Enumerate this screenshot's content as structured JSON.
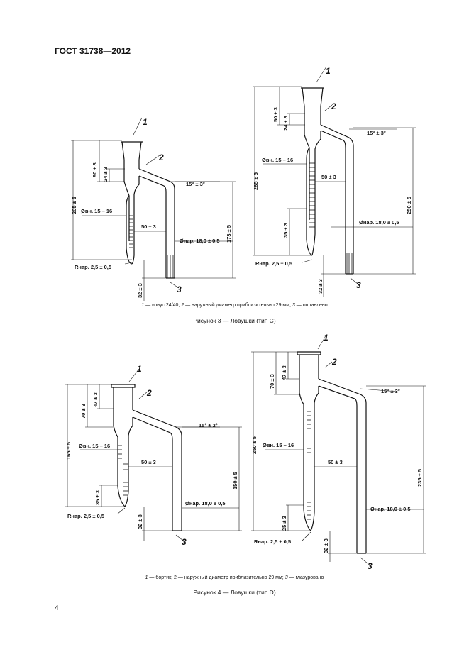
{
  "header": {
    "doc_code": "ГОСТ 31738—2012"
  },
  "page_number": "4",
  "figure3": {
    "legend": {
      "n1": "1",
      "t1": " — конус 24/40; ",
      "n2": "2",
      "t2": " — наружный диаметр приблизительно 29 мм; ",
      "n3": "3",
      "t3": " — оплавлено"
    },
    "caption": "Рисунок 3 — Ловушки (тип С)",
    "left": {
      "calls": [
        "1",
        "2",
        "3"
      ],
      "dims": {
        "total": "205 ± 5",
        "top": "90 ± 3",
        "neck": "24 ± 3",
        "inner": "Øвн. 15 – 16",
        "spacing": "50 ± 3",
        "angle": "15° ± 3°",
        "right": "173 ± 5",
        "outer": "Øнар. 18,0 ± 0,5",
        "radius": "Rнар. 2,5 ± 0,5",
        "bottom": "32 ± 3"
      }
    },
    "right": {
      "calls": [
        "1",
        "2",
        "3"
      ],
      "dims": {
        "total": "285 ± 5",
        "top": "50 ± 3",
        "neck": "24 ± 3",
        "inner": "Øвн. 15 – 16",
        "spacing": "50 ± 3",
        "angle": "15° ± 3°",
        "right": "250 ± 5",
        "lower": "35 ± 3",
        "outer": "Øнар. 18,0 ± 0,5",
        "radius": "Rнар. 2,5 ± 0,5",
        "bottom": "32 ± 3"
      }
    }
  },
  "figure4": {
    "legend": {
      "n1": "1",
      "t1": " — бортик; 2 — наружный диаметр приблизительно 29 мм; ",
      "n3": "3",
      "t3": " — глазуровано"
    },
    "caption": "Рисунок 4 — Ловушки (тип D)",
    "left": {
      "calls": [
        "1",
        "2",
        "3"
      ],
      "dims": {
        "total": "165 ± 5",
        "top": "70 ± 3",
        "neck": "47 ± 3",
        "inner": "Øвн. 15 – 16",
        "spacing": "50 ± 3",
        "angle": "15° ± 3°",
        "right": "150 ± 5",
        "lower": "35 ± 3",
        "outer": "Øнар. 18,0 ± 0,5",
        "radius": "Rнар. 2,5 ± 0,5",
        "bottom": "32 ± 3"
      }
    },
    "right": {
      "calls": [
        "1",
        "2",
        "3"
      ],
      "dims": {
        "total": "250 ± 5",
        "top": "70 ± 3",
        "neck": "47 ± 3",
        "inner": "Øвн. 15 – 16",
        "spacing": "50 ± 3",
        "angle": "15° ± 3°",
        "right": "235 ± 5",
        "lower": "25 ± 3",
        "outer": "Øнар. 18,0 ± 0,5",
        "radius": "Rнар. 2,5 ± 0,5",
        "bottom": "32 ± 3"
      }
    }
  }
}
